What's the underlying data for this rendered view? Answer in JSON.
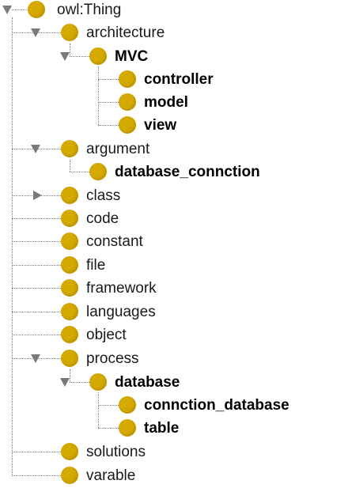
{
  "colors": {
    "class_icon": "#d4a900",
    "connector": "#808080",
    "toggle": "#7a7a7a"
  },
  "tree": {
    "nodes": [
      {
        "id": "owl-thing",
        "label": "owl:Thing",
        "icon": "class-circle-icon",
        "expanded": true,
        "bold": false
      },
      {
        "id": "architecture",
        "label": "architecture",
        "icon": "class-circle-icon",
        "expanded": true,
        "bold": false
      },
      {
        "id": "mvc",
        "label": "MVC",
        "icon": "class-circle-icon",
        "expanded": true,
        "bold": true
      },
      {
        "id": "controller",
        "label": "controller",
        "icon": "class-circle-icon",
        "bold": true
      },
      {
        "id": "model",
        "label": "model",
        "icon": "class-circle-icon",
        "bold": true
      },
      {
        "id": "view",
        "label": "view",
        "icon": "class-circle-icon",
        "bold": true
      },
      {
        "id": "argument",
        "label": "argument",
        "icon": "class-circle-icon",
        "expanded": true,
        "bold": false
      },
      {
        "id": "database-connction",
        "label": "database_connction",
        "icon": "class-circle-icon",
        "bold": true
      },
      {
        "id": "class",
        "label": "class",
        "icon": "class-circle-icon",
        "expanded": false,
        "bold": false
      },
      {
        "id": "code",
        "label": "code",
        "icon": "class-circle-icon",
        "bold": false
      },
      {
        "id": "constant",
        "label": "constant",
        "icon": "class-circle-icon",
        "bold": false
      },
      {
        "id": "file",
        "label": "file",
        "icon": "class-circle-icon",
        "bold": false
      },
      {
        "id": "framework",
        "label": "framework",
        "icon": "class-circle-icon",
        "bold": false
      },
      {
        "id": "languages",
        "label": "languages",
        "icon": "class-circle-icon",
        "bold": false
      },
      {
        "id": "object",
        "label": "object",
        "icon": "class-circle-icon",
        "bold": false
      },
      {
        "id": "process",
        "label": "process",
        "icon": "class-circle-icon",
        "expanded": true,
        "bold": false
      },
      {
        "id": "database",
        "label": "database",
        "icon": "class-circle-icon",
        "expanded": true,
        "bold": true
      },
      {
        "id": "connction-database",
        "label": "connction_database",
        "icon": "class-circle-icon",
        "bold": true
      },
      {
        "id": "table",
        "label": "table",
        "icon": "class-circle-icon",
        "bold": true
      },
      {
        "id": "solutions",
        "label": "solutions",
        "icon": "class-circle-icon",
        "bold": false
      },
      {
        "id": "varable",
        "label": "varable",
        "icon": "class-circle-icon",
        "bold": false
      }
    ]
  }
}
